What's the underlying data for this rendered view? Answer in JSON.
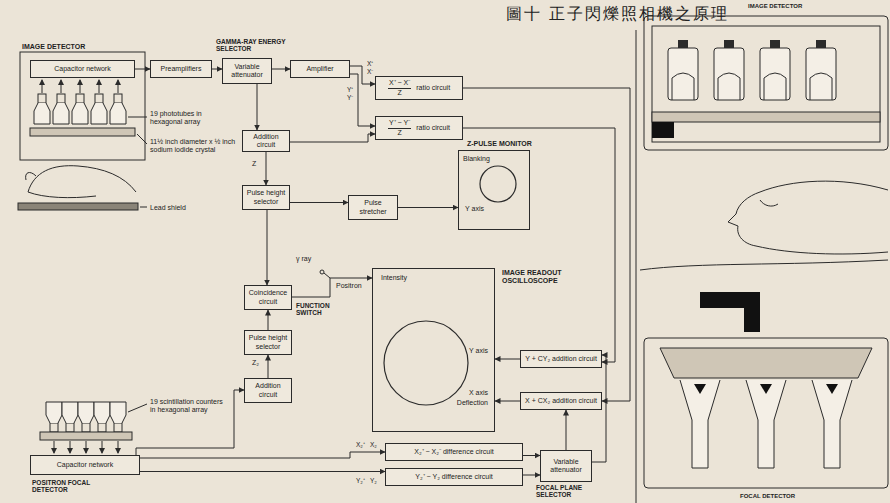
{
  "diagram": {
    "title": "圖十 正子閃爍照相機之原理",
    "nodes": [
      {
        "text": [
          "Capacitor network"
        ]
      },
      {
        "text": [
          "Preamplifiers"
        ]
      },
      {
        "text": [
          "Variable attenuator"
        ]
      },
      {
        "text": [
          "Amplifier"
        ]
      },
      {
        "text": [
          "X⁺ − X⁻",
          "Z",
          "ratio circuit"
        ]
      },
      {
        "text": [
          "Y⁺ − Y⁻",
          "Z",
          "ratio circuit"
        ]
      },
      {
        "text": [
          "Addition circuit"
        ]
      },
      {
        "text": [
          "Pulse height selector"
        ]
      },
      {
        "text": [
          "Pulse stretcher"
        ]
      },
      {
        "text": [
          "Z-PULSE MONITOR",
          "Blanking",
          "Y axis"
        ]
      },
      {
        "text": [
          "Coincidence circuit"
        ]
      },
      {
        "text": [
          "Pulse height selector"
        ]
      },
      {
        "text": [
          "Addition circuit"
        ]
      },
      {
        "text": [
          "IMAGE READOUT OSCILLOSCOPE",
          "Intensity",
          "Y axis",
          "X axis",
          "Deflection"
        ]
      },
      {
        "text": [
          "Y + CY₂ addition circuit"
        ]
      },
      {
        "text": [
          "X + CX₂ addition circuit"
        ]
      },
      {
        "text": [
          "Capacitor network"
        ]
      },
      {
        "text": [
          "X₂⁺ − X₂⁻ difference circuit"
        ]
      },
      {
        "text": [
          "Y₂⁺ − Y₂ difference circuit"
        ]
      },
      {
        "text": [
          "Variable attenuator"
        ]
      }
    ],
    "edges": [
      {
        "from": 0,
        "to": 1,
        "arrow": "to"
      },
      {
        "from": 1,
        "to": 2,
        "arrow": "to"
      },
      {
        "from": 2,
        "to": 3,
        "arrow": "to"
      },
      {
        "from": 3,
        "to": 4,
        "arrow": "to"
      },
      {
        "from": 3,
        "to": 5,
        "arrow": "to"
      },
      {
        "from": 2,
        "to": 6,
        "arrow": "to"
      },
      {
        "from": 6,
        "to": 7,
        "arrow": "to"
      },
      {
        "from": 6,
        "to": 5,
        "arrow": "to"
      },
      {
        "from": 7,
        "to": 8,
        "arrow": "to"
      },
      {
        "from": 8,
        "to": 9,
        "arrow": "to"
      },
      {
        "from": 7,
        "to": 10,
        "arrow": "to"
      },
      {
        "from": 10,
        "to": 13,
        "arrow": "to"
      },
      {
        "from": 12,
        "to": 11,
        "arrow": "to"
      },
      {
        "from": 11,
        "to": 10,
        "arrow": "to"
      },
      {
        "from": 16,
        "to": 12,
        "arrow": "to"
      },
      {
        "from": 16,
        "to": 17,
        "arrow": "to"
      },
      {
        "from": 16,
        "to": 18,
        "arrow": "to"
      },
      {
        "from": 17,
        "to": 19,
        "arrow": "to"
      },
      {
        "from": 18,
        "to": 19,
        "arrow": "to"
      },
      {
        "from": 19,
        "to": 14,
        "arrow": "to"
      },
      {
        "from": 19,
        "to": 15,
        "arrow": "to"
      },
      {
        "from": 14,
        "to": 13,
        "arrow": "to"
      },
      {
        "from": 15,
        "to": 13,
        "arrow": "to"
      },
      {
        "from": 4,
        "to": 15,
        "arrow": "to"
      },
      {
        "from": 5,
        "to": 14,
        "arrow": "to"
      }
    ],
    "labels": [
      "IMAGE DETECTOR",
      "GAMMA-RAY ENERGY SELECTOR",
      "X⁺",
      "X⁻",
      "Y⁺",
      "Y⁻",
      "19 phototubes in hexagonal array",
      "11½ inch diameter x ½ inch sodium iodide crystal",
      "Lead shield",
      "Z",
      "γ ray",
      "Positron",
      "FUNCTION SWITCH",
      "Z₂",
      "19 scintillation counters in hexagonal array",
      "POSITRON FOCAL DETECTOR",
      "X₂⁺",
      "X₂",
      "Y₂⁺",
      "Y₂",
      "FOCAL PLANE SELECTOR",
      "IMAGE DETECTOR",
      "FOCAL DETECTOR"
    ]
  }
}
